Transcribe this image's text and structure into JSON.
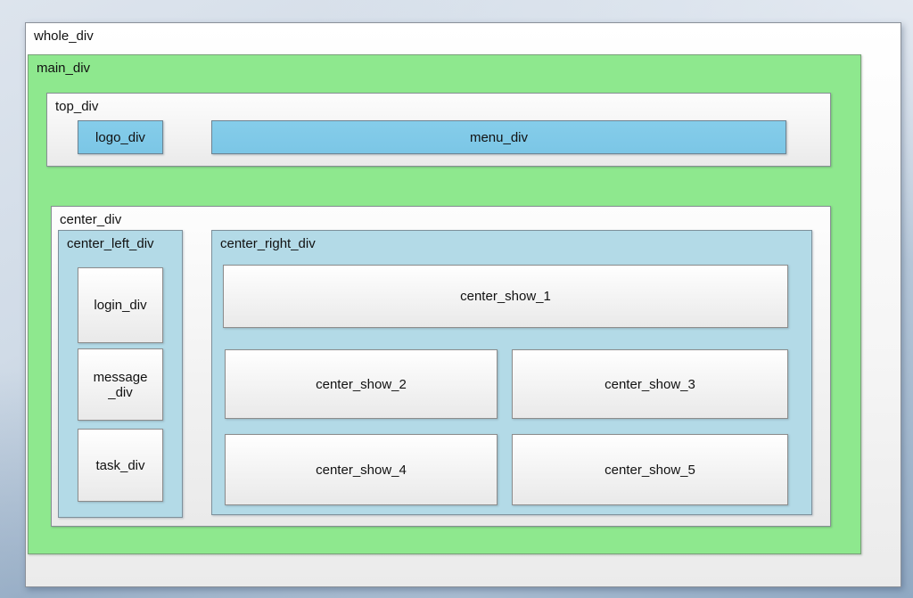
{
  "diagram": {
    "whole_div": {
      "label": "whole_div"
    },
    "main_div": {
      "label": "main_div"
    },
    "top_div": {
      "label": "top_div",
      "logo_div": {
        "label": "logo_div"
      },
      "menu_div": {
        "label": "menu_div"
      }
    },
    "center_div": {
      "label": "center_div",
      "center_left_div": {
        "label": "center_left_div",
        "boxes": [
          {
            "label": "login_div"
          },
          {
            "label": "message\n_div"
          },
          {
            "label": "task_div"
          }
        ]
      },
      "center_right_div": {
        "label": "center_right_div",
        "boxes": [
          {
            "label": "center_show_1"
          },
          {
            "label": "center_show_2"
          },
          {
            "label": "center_show_3"
          },
          {
            "label": "center_show_4"
          },
          {
            "label": "center_show_5"
          }
        ]
      }
    }
  },
  "colors": {
    "main_div_green": "#8ee88e",
    "menu_logo_blue": "#7fc9e7",
    "panel_blue": "#b3dae7",
    "box_background": "#f4f4f4",
    "border_gray": "#878f94",
    "desktop_top": "#dde4ed",
    "desktop_bottom": "#90a9c3",
    "label_text": "#111111"
  }
}
